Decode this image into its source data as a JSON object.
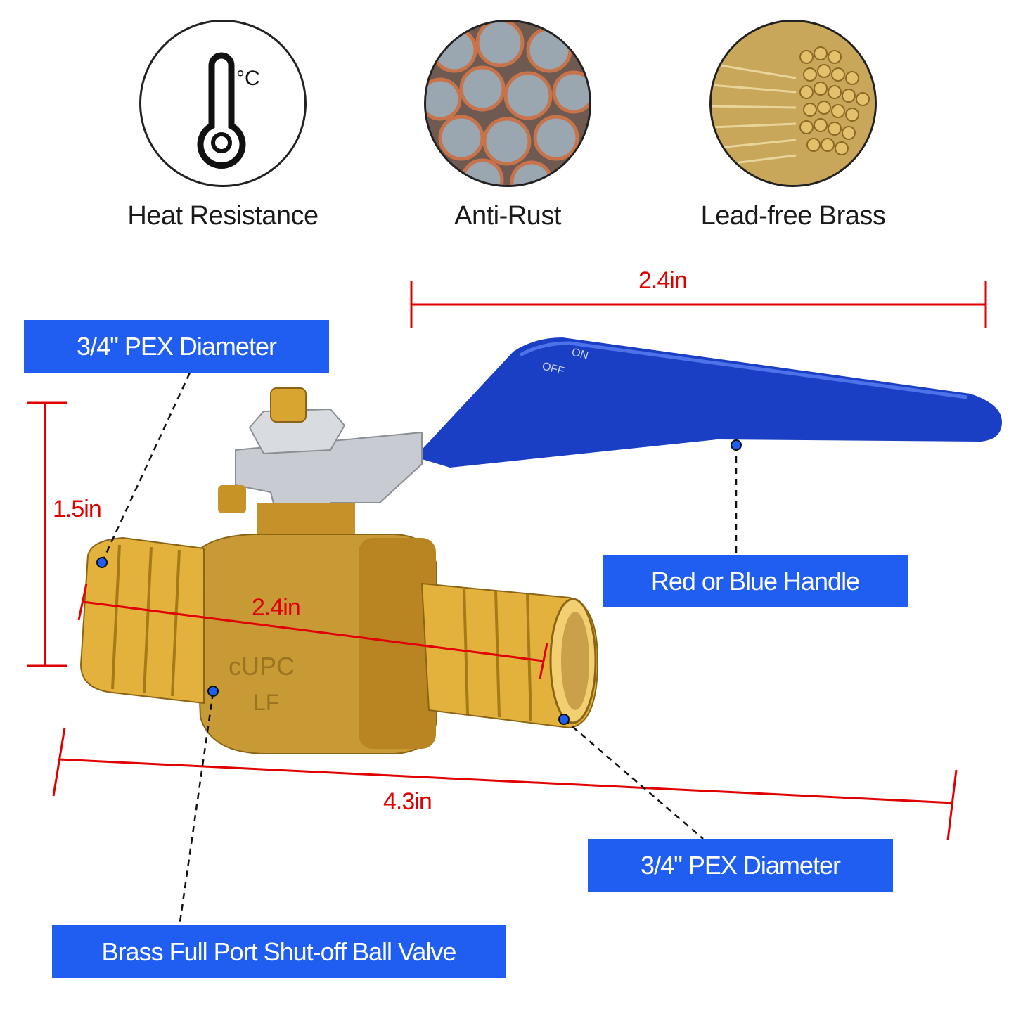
{
  "features": {
    "heat": {
      "label": "Heat Resistance",
      "icon": "thermometer-celsius-icon",
      "unit_symbol": "°C"
    },
    "rust": {
      "label": "Anti-Rust",
      "icon": "steel-rods-photo"
    },
    "brass": {
      "label": "Lead-free Brass",
      "icon": "brass-rods-photo"
    }
  },
  "dimensions": {
    "handle_length": "2.4in",
    "height": "1.5in",
    "body_length": "2.4in",
    "total_length": "4.3in"
  },
  "callouts": {
    "pex_left": "3/4\" PEX Diameter",
    "handle": "Red or Blue Handle",
    "pex_right": "3/4\" PEX Diameter",
    "valve": "Brass Full Port Shut-off Ball Valve"
  },
  "handle_markings": {
    "on": "ON",
    "off": "OFF"
  },
  "body_markings": {
    "line1": "cUPC",
    "line2": "LF"
  },
  "colors": {
    "callout_bg": "#1f5ef0",
    "dimension_red": "#e00000",
    "handle_blue": "#1b3fc4",
    "brass": "#d4a017"
  }
}
